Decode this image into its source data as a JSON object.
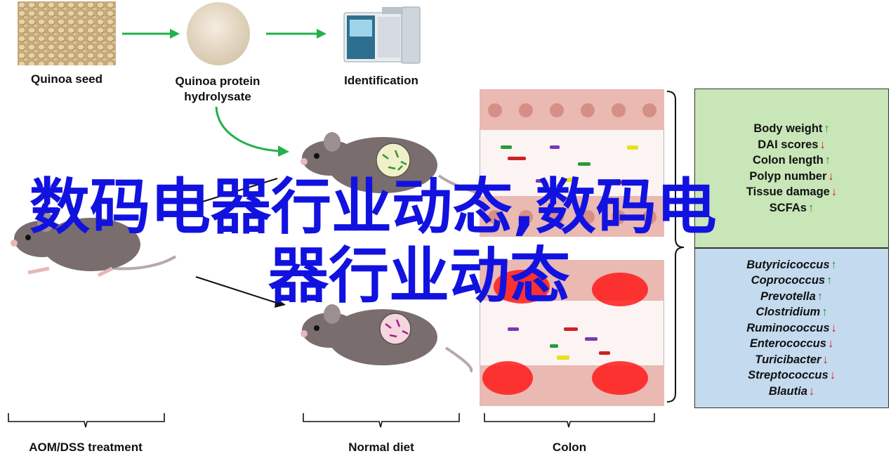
{
  "labels": {
    "quinoa_seed": "Quinoa seed",
    "hydrolysate_line1": "Quinoa protein",
    "hydrolysate_line2": "hydrolysate",
    "identification": "Identification",
    "aom_dss": "AOM/DSS treatment",
    "normal_diet": "Normal diet",
    "colon": "Colon"
  },
  "panel_top": {
    "items": [
      {
        "label": "Body weight",
        "dir": "up"
      },
      {
        "label": "DAI scores",
        "dir": "down"
      },
      {
        "label": "Colon length",
        "dir": "up"
      },
      {
        "label": "Polyp number",
        "dir": "down"
      },
      {
        "label": "Tissue damage",
        "dir": "down"
      },
      {
        "label": "SCFAs",
        "dir": "up"
      }
    ]
  },
  "panel_bottom": {
    "items": [
      {
        "label": "Butyricicoccus",
        "dir": "up"
      },
      {
        "label": "Coprococcus",
        "dir": "up"
      },
      {
        "label": "Prevotella",
        "dir": "up"
      },
      {
        "label": "Clostridium",
        "dir": "up"
      },
      {
        "label": "Ruminococcus",
        "dir": "down"
      },
      {
        "label": "Enterococcus",
        "dir": "down"
      },
      {
        "label": "Turicibacter",
        "dir": "down"
      },
      {
        "label": "Streptococcus",
        "dir": "down"
      },
      {
        "label": "Blautia",
        "dir": "down"
      }
    ]
  },
  "arrows": {
    "up": "↑",
    "down": "↓"
  },
  "overlay": {
    "line1": "数码电器行业动态,数码电",
    "line2": "器行业动态"
  },
  "colors": {
    "panel_top_bg": "#c8e6b8",
    "panel_bottom_bg": "#c4daee",
    "overlay_text": "#1212e0",
    "green_arrow": "#22b14c",
    "up_arrow": "#1a9a3a",
    "down_arrow": "#d81818"
  }
}
